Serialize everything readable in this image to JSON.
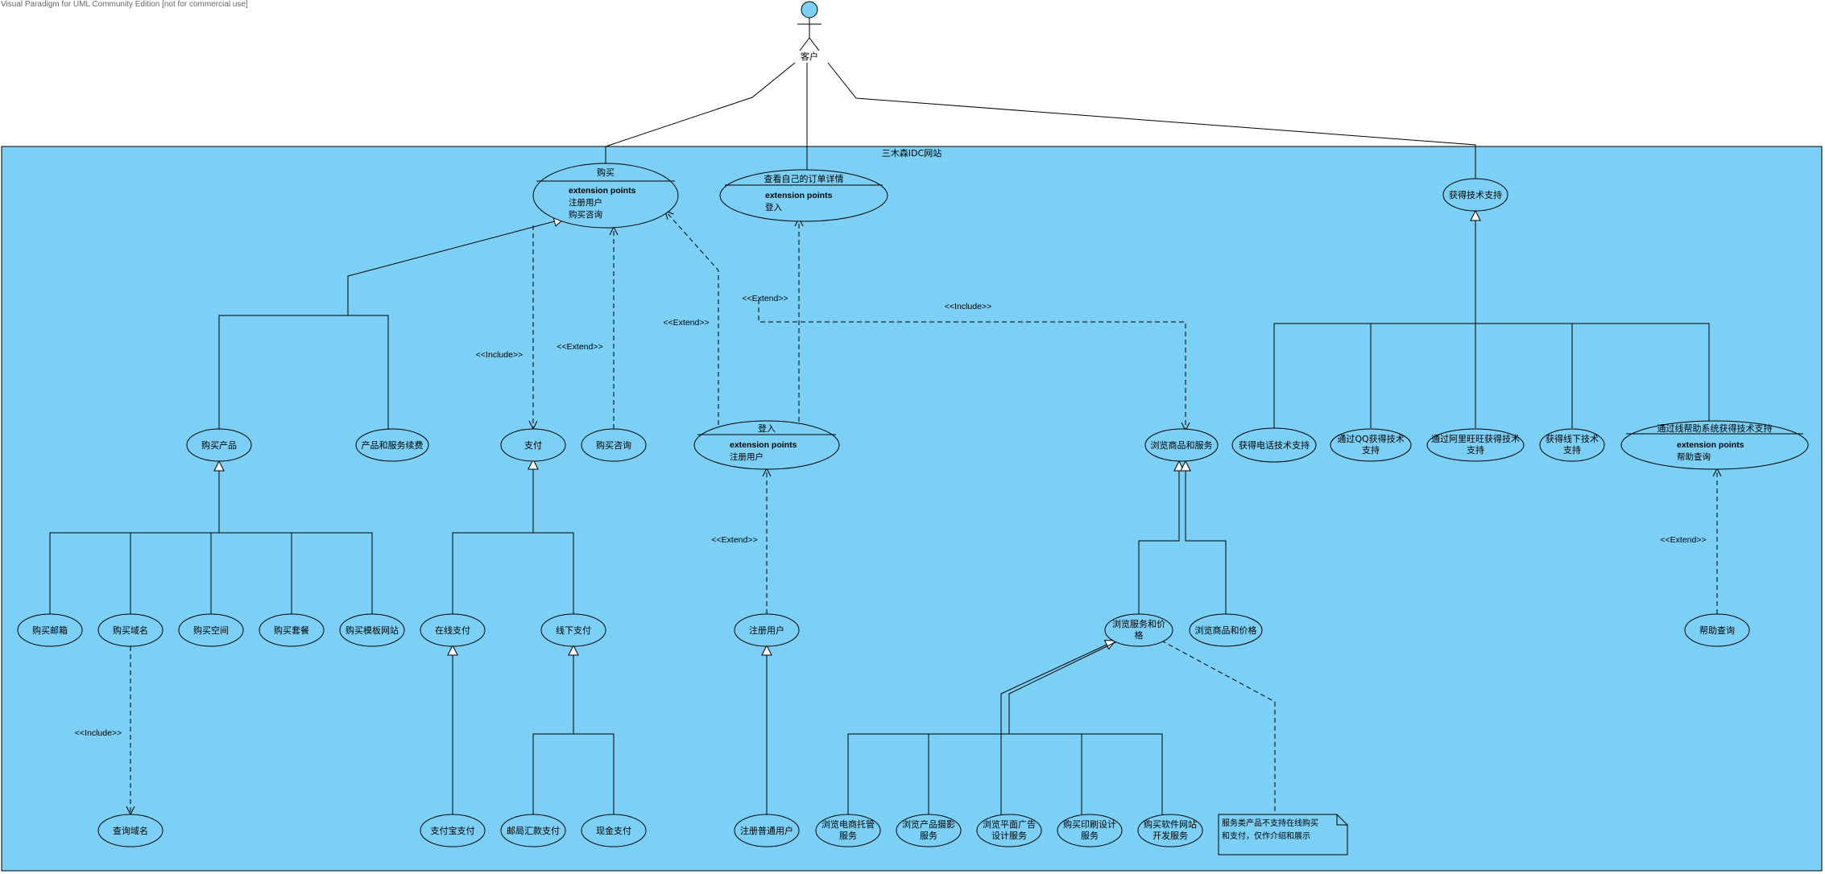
{
  "watermark": "Visual Paradigm for UML Community Edition [not for commercial use]",
  "actor": {
    "name": "客户"
  },
  "system": {
    "name": "三木森IDC网站"
  },
  "colors": {
    "boundary_fill": "#7ccff5",
    "stroke": "#000000",
    "actor_head": "#7ccff5",
    "note_fill": "#7ccff5"
  },
  "ep_heading": "extension points",
  "use_cases": {
    "buy": {
      "name": "购买",
      "ext": [
        "注册用户",
        "购买咨询"
      ]
    },
    "order": {
      "name": "查看自己的订单详情",
      "ext": [
        "登入"
      ]
    },
    "support": {
      "name": "获得技术支持"
    },
    "buy_product": {
      "name": "购买产品"
    },
    "renew": {
      "name": "产品和服务续费"
    },
    "pay": {
      "name": "支付"
    },
    "consult": {
      "name": "购买咨询"
    },
    "login": {
      "name": "登入",
      "ext": [
        "注册用户"
      ]
    },
    "browse": {
      "name": "浏览商品和服务"
    },
    "phone": {
      "name": "获得电话技术支持"
    },
    "qq": {
      "name1": "通过QQ获得技术",
      "name2": "支持"
    },
    "aliww": {
      "name1": "通过阿里旺旺获得技术",
      "name2": "支持"
    },
    "offline_support": {
      "name1": "获得线下技术",
      "name2": "支持"
    },
    "helpsys": {
      "name": "通过线帮助系统获得技术支持",
      "ext": [
        "帮助查询"
      ]
    },
    "mailbox": {
      "name": "购买邮箱"
    },
    "domain": {
      "name": "购买域名"
    },
    "space": {
      "name": "购买空间"
    },
    "package": {
      "name": "购买套餐"
    },
    "template": {
      "name": "购买模板网站"
    },
    "online_pay": {
      "name": "在线支付"
    },
    "offline_pay": {
      "name": "线下支付"
    },
    "register": {
      "name": "注册用户"
    },
    "browse_service": {
      "name1": "浏览服务和价",
      "name2": "格"
    },
    "browse_goods": {
      "name": "浏览商品和价格"
    },
    "help_query": {
      "name": "帮助查询"
    },
    "query_domain": {
      "name": "查询域名"
    },
    "alipay": {
      "name": "支付宝支付"
    },
    "postal": {
      "name": "邮局汇款支付"
    },
    "cash": {
      "name": "现金支付"
    },
    "reg_normal": {
      "name": "注册普通用户"
    },
    "ecommerce": {
      "name1": "浏览电商托管",
      "name2": "服务"
    },
    "photo": {
      "name1": "浏览产品摄影",
      "name2": "服务"
    },
    "graphic": {
      "name1": "浏览平面广告",
      "name2": "设计服务"
    },
    "print": {
      "name1": "购买印刷设计",
      "name2": "服务"
    },
    "software": {
      "name1": "购买软件网站",
      "name2": "开发服务"
    }
  },
  "relations": {
    "include": "<<Include>>",
    "extend": "<<Extend>>"
  },
  "note": {
    "line1": "服务类产品不支持在线购买",
    "line2": "和支付，仅作介绍和展示"
  }
}
